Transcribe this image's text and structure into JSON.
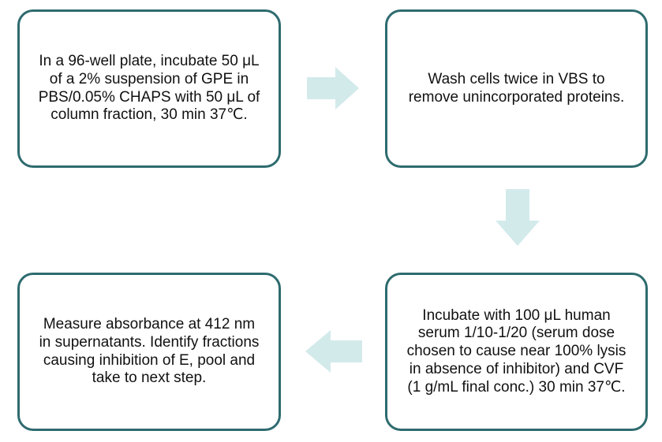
{
  "colors": {
    "box_border": "#2e6b6f",
    "arrow_fill": "#d3eaeb",
    "text": "#111111",
    "background": "#ffffff"
  },
  "steps": [
    {
      "text": "In a 96-well plate, incubate 50 μL\nof a 2% suspension of GPE in\nPBS/0.05% CHAPS with 50 μL of\ncolumn fraction, 30 min 37℃."
    },
    {
      "text": "Wash cells twice in VBS to\nremove unincorporated proteins."
    },
    {
      "text": "Incubate with 100 μL human\nserum 1/10-1/20 (serum dose\nchosen to cause near 100% lysis\nin absence of inhibitor) and CVF\n(1 g/mL final conc.) 30 min 37℃."
    },
    {
      "text": "Measure absorbance at 412 nm\nin supernatants. Identify fractions\ncausing inhibition of E, pool and\ntake to next step."
    }
  ],
  "arrows": [
    {
      "from": 1,
      "to": 2,
      "direction": "right",
      "icon": "arrow-right-icon"
    },
    {
      "from": 2,
      "to": 3,
      "direction": "down",
      "icon": "arrow-down-icon"
    },
    {
      "from": 3,
      "to": 4,
      "direction": "left",
      "icon": "arrow-left-icon"
    }
  ]
}
